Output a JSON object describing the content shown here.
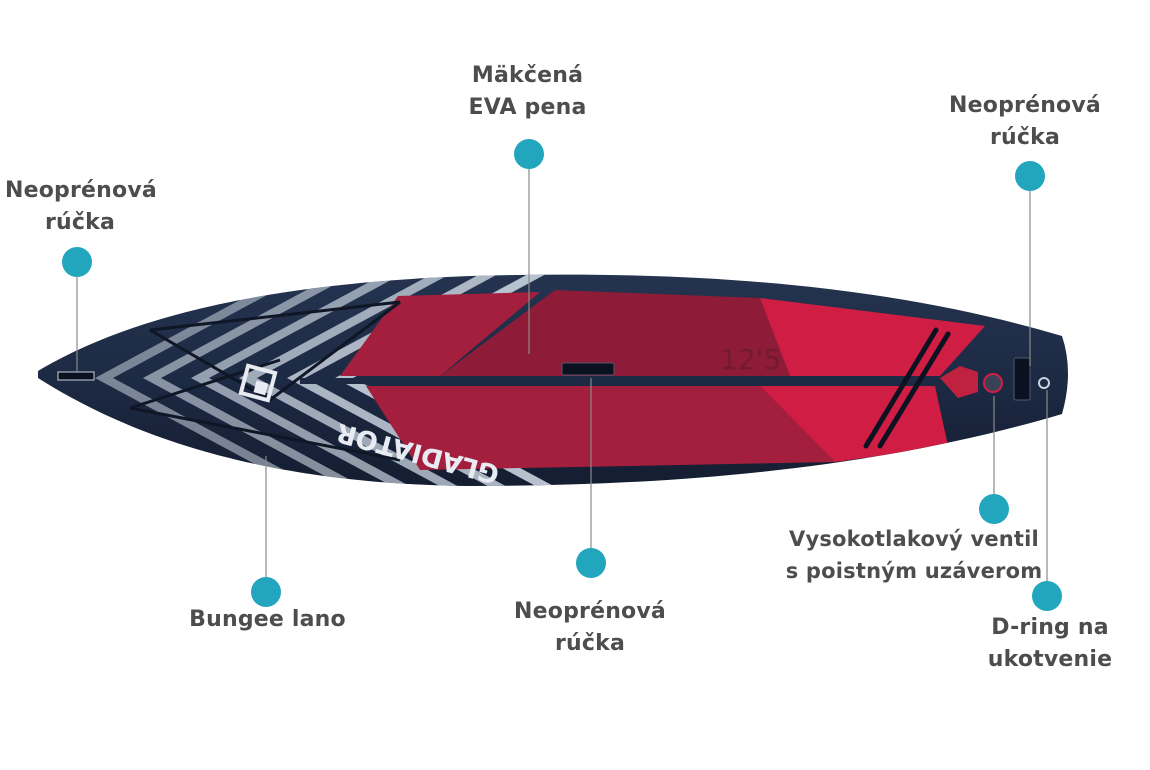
{
  "colors": {
    "marker": "#21a6bd",
    "label": "#4d4d4d",
    "board_navy": "#1d2a44",
    "deck_red": "#a41f3d",
    "deck_bright_red": "#d01d44",
    "stripe_light": "#c9d3df"
  },
  "board": {
    "brand": "GLADIATOR",
    "size_mark": "12'5"
  },
  "labels": {
    "top_left": [
      "Neoprénová",
      "rúčka"
    ],
    "eva": [
      "Mäkčená",
      "EVA pena"
    ],
    "top_right": [
      "Neoprénová",
      "rúčka"
    ],
    "bungee": [
      "Bungee lano"
    ],
    "bottom_mid": [
      "Neoprénová",
      "rúčka"
    ],
    "valve": [
      "Vysokotlakový ventil",
      "s poistným uzáverom"
    ],
    "dring": [
      "D-ring na",
      "ukotvenie"
    ]
  }
}
